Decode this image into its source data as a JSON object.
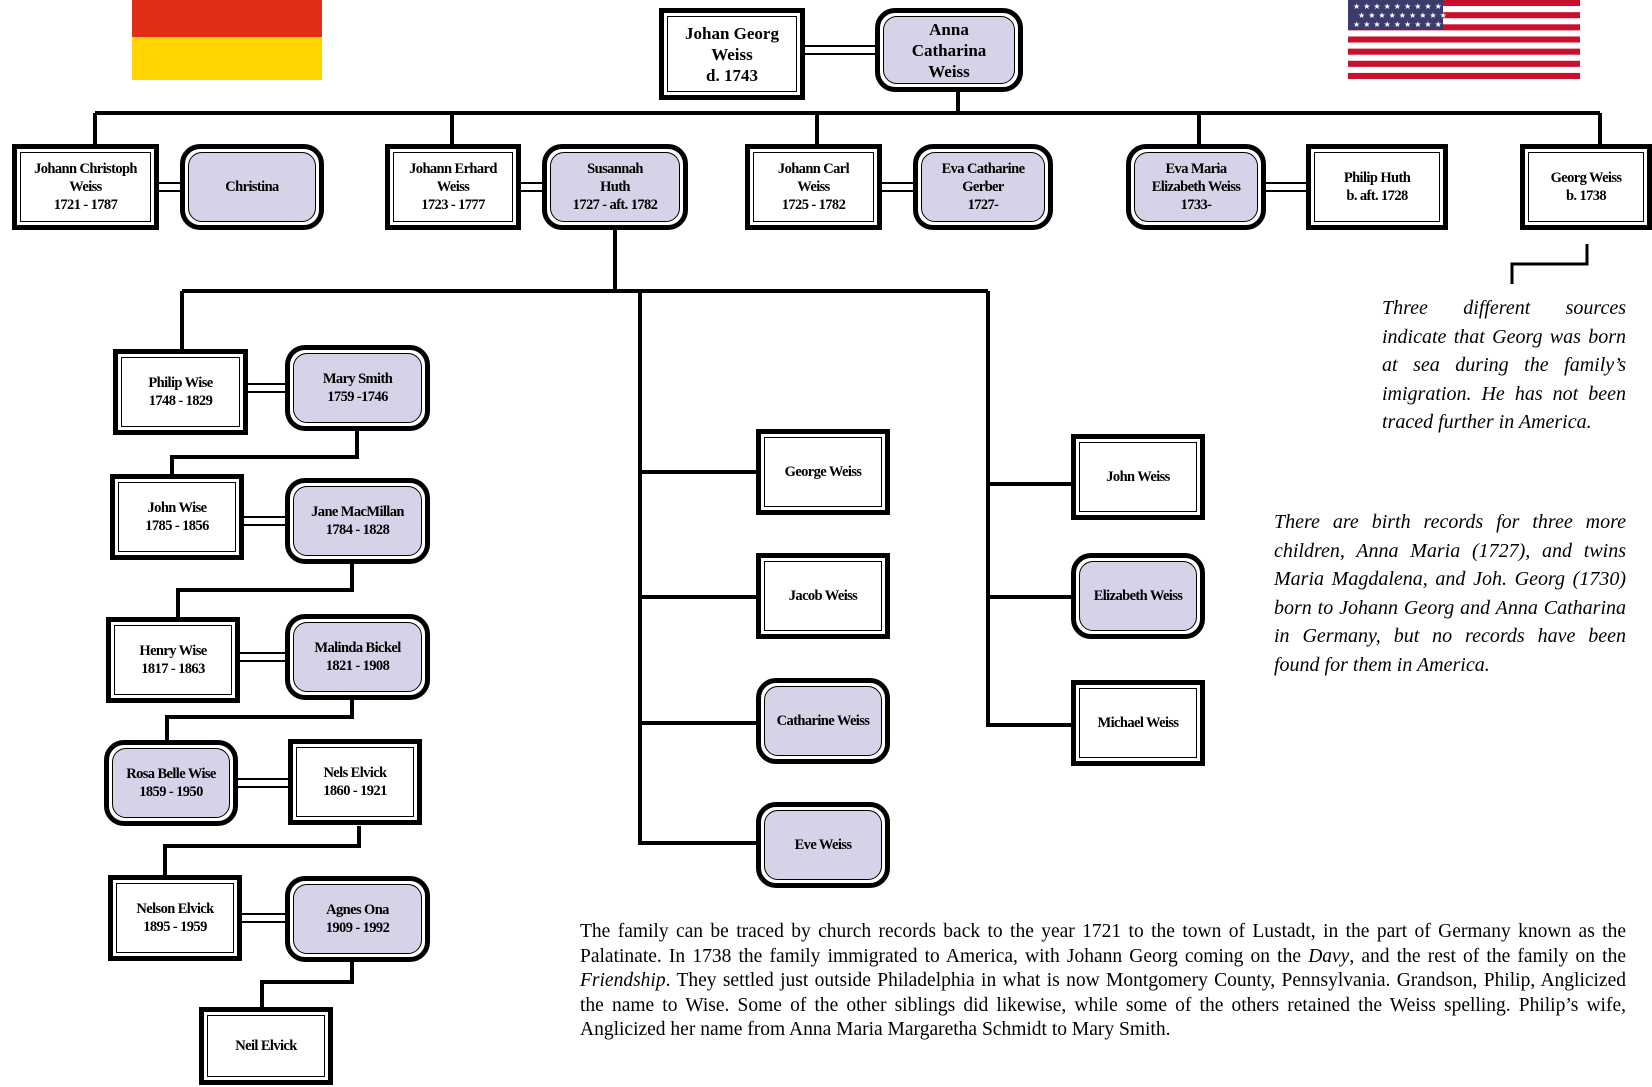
{
  "flags": {
    "germany": {
      "colors": [
        "#e12f17",
        "#ffd400"
      ]
    },
    "usa": {
      "stripe_red": "#c8102e",
      "white": "#ffffff",
      "canton_blue": "#3c3b6e",
      "stars": "★"
    }
  },
  "colors": {
    "female_fill": "#d4d3e8",
    "male_fill": "#ffffff",
    "line": "#000000"
  },
  "people": [
    {
      "id": "johan_georg",
      "sex": "male",
      "lines": [
        "Johan Georg",
        "Weiss",
        "d. 1743"
      ]
    },
    {
      "id": "anna_catharina",
      "sex": "female",
      "lines": [
        "Anna",
        "Catharina",
        "Weiss"
      ]
    },
    {
      "id": "johann_christoph",
      "sex": "male",
      "lines": [
        "Johann Christoph",
        "Weiss",
        "1721 - 1787"
      ]
    },
    {
      "id": "christina",
      "sex": "female",
      "lines": [
        "Christina"
      ]
    },
    {
      "id": "johann_erhard",
      "sex": "male",
      "lines": [
        "Johann Erhard",
        "Weiss",
        "1723 - 1777"
      ]
    },
    {
      "id": "susannah_huth",
      "sex": "female",
      "lines": [
        "Susannah",
        "Huth",
        "1727 - aft. 1782"
      ]
    },
    {
      "id": "johann_carl",
      "sex": "male",
      "lines": [
        "Johann Carl",
        "Weiss",
        "1725 - 1782"
      ]
    },
    {
      "id": "eva_catharine",
      "sex": "female",
      "lines": [
        "Eva Catharine",
        "Gerber",
        "1727-"
      ]
    },
    {
      "id": "eva_maria",
      "sex": "female",
      "lines": [
        "Eva Maria",
        "Elizabeth Weiss",
        "1733-"
      ]
    },
    {
      "id": "philip_huth",
      "sex": "male",
      "lines": [
        "Philip Huth",
        "b. aft. 1728"
      ]
    },
    {
      "id": "georg_weiss",
      "sex": "male",
      "lines": [
        "Georg Weiss",
        "b. 1738"
      ]
    },
    {
      "id": "philip_wise",
      "sex": "male",
      "lines": [
        "Philip Wise",
        "1748 - 1829"
      ]
    },
    {
      "id": "mary_smith",
      "sex": "female",
      "lines": [
        "Mary Smith",
        "1759 -1746"
      ]
    },
    {
      "id": "john_wise",
      "sex": "male",
      "lines": [
        "John Wise",
        "1785 - 1856"
      ]
    },
    {
      "id": "jane_macmillan",
      "sex": "female",
      "lines": [
        "Jane MacMillan",
        "1784 - 1828"
      ]
    },
    {
      "id": "henry_wise",
      "sex": "male",
      "lines": [
        "Henry Wise",
        "1817 - 1863"
      ]
    },
    {
      "id": "malinda_bickel",
      "sex": "female",
      "lines": [
        "Malinda Bickel",
        "1821 - 1908"
      ]
    },
    {
      "id": "rosa_belle",
      "sex": "female",
      "lines": [
        "Rosa Belle Wise",
        "1859 - 1950"
      ]
    },
    {
      "id": "nels_elvick",
      "sex": "male",
      "lines": [
        "Nels Elvick",
        "1860 - 1921"
      ]
    },
    {
      "id": "nelson_elvick",
      "sex": "male",
      "lines": [
        "Nelson Elvick",
        "1895 - 1959"
      ]
    },
    {
      "id": "agnes_ona",
      "sex": "female",
      "lines": [
        "Agnes Ona",
        "1909 - 1992"
      ]
    },
    {
      "id": "neil_elvick",
      "sex": "male",
      "lines": [
        "Neil Elvick"
      ]
    },
    {
      "id": "george_weiss",
      "sex": "male",
      "lines": [
        "George Weiss"
      ]
    },
    {
      "id": "jacob_weiss",
      "sex": "male",
      "lines": [
        "Jacob Weiss"
      ]
    },
    {
      "id": "catharine_weiss",
      "sex": "female",
      "lines": [
        "Catharine Weiss"
      ]
    },
    {
      "id": "eve_weiss",
      "sex": "female",
      "lines": [
        "Eve Weiss"
      ]
    },
    {
      "id": "john_weiss",
      "sex": "male",
      "lines": [
        "John Weiss"
      ]
    },
    {
      "id": "elizabeth_weiss",
      "sex": "female",
      "lines": [
        "Elizabeth Weiss"
      ]
    },
    {
      "id": "michael_weiss",
      "sex": "male",
      "lines": [
        "Michael Weiss"
      ]
    }
  ],
  "notes": {
    "georg_note": "Three different sources indicate that Georg was born at sea during the family’s imigration. He has not been traced further in America.",
    "birth_records_note": "There are birth records for three more children, Anna Maria (1727), and twins Maria Magdalena, and Joh. Georg (1730) born to Johann Georg and Anna Catharina in Germany, but no records have been found for them in America."
  },
  "story": {
    "p1": "The family can be traced by church records back to the year 1721 to the town of Lustadt, in the part of Germany known as the Palatinate. In 1738 the family immigrated to America, with Johann Georg coming on the ",
    "ship1": "Davy",
    "p2": ", and the rest of the family on the ",
    "ship2": "Friendship",
    "p3": ". They settled just outside Philadelphia in what is now Montgomery County, Pennsylvania. Grandson, Philip, Anglicized the name to Wise. Some of the other siblings did likewise, while some of the others retained the Weiss spelling. Philip’s wife, Anglicized her name from Anna Maria Margaretha Schmidt to Mary Smith."
  }
}
